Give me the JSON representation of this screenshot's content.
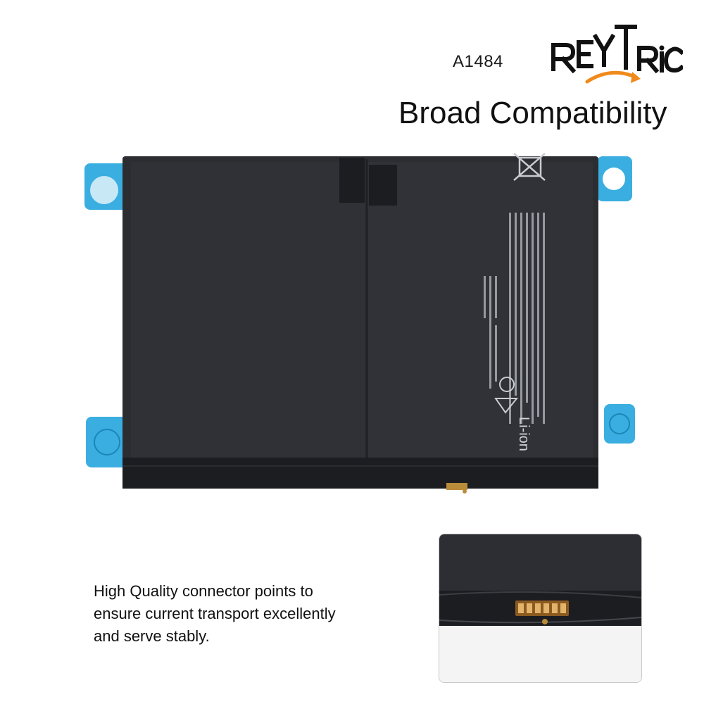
{
  "header": {
    "model_number": "A1484",
    "brand_logo": "REYTRIC",
    "headline": "Broad Compatibility"
  },
  "colors": {
    "battery_body": "#2b2d31",
    "adhesive_tab": "#3aaee0",
    "logo_arrow": "#f08a1c",
    "tape": "#1c1d20"
  },
  "battery_label": {
    "chemistry": "Li-ion"
  },
  "feature": {
    "lines": [
      "High Quality connector points to",
      "ensure current transport excellently",
      "and serve stably."
    ]
  }
}
